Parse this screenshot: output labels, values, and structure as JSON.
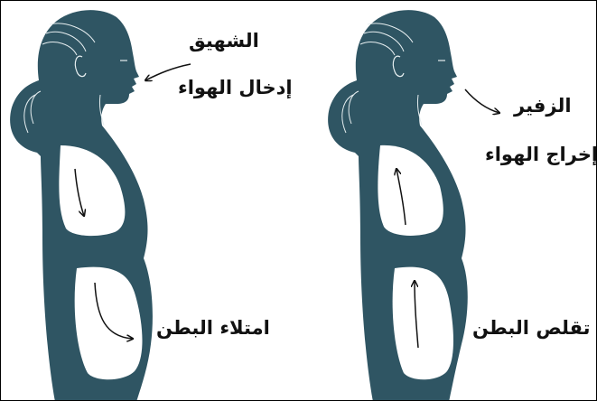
{
  "colors": {
    "figure": "#2f5563",
    "line": "#e6eef0",
    "arrow": "#111111",
    "text": "#111111"
  },
  "left_panel": {
    "top_label": "الشهيق",
    "sub_label": "إدخال الهواء",
    "bottom_label": "امتلاء البطن"
  },
  "right_panel": {
    "top_label": "الزفير",
    "sub_label": "إخراج الهواء",
    "bottom_label": "تقلص البطن"
  }
}
